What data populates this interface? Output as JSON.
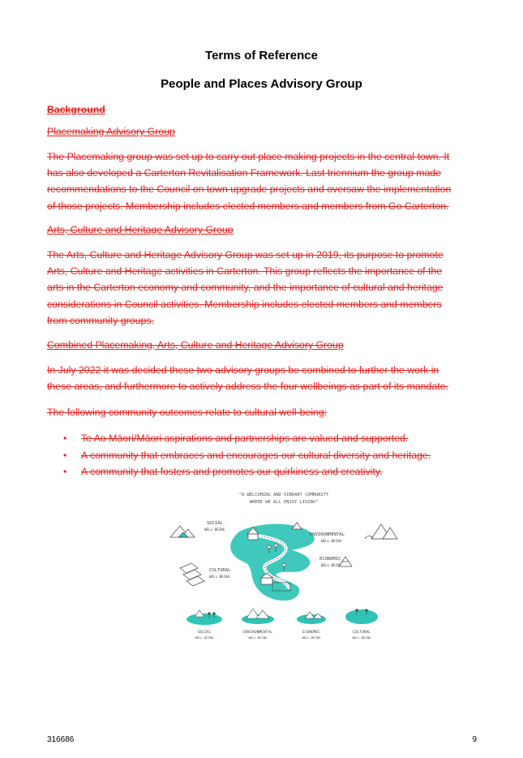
{
  "document": {
    "title": "Terms of Reference",
    "subtitle": "People and Places Advisory Group"
  },
  "sections": {
    "background_heading": "Background",
    "placemaking_heading": "Placemaking Advisory Group",
    "placemaking_lines": [
      "The Placemaking group was set up to carry out place making projects in the central town.  It",
      "has also developed a Carterton Revitalisation Framework.  Last triennium the group made",
      "recommendations to the Council on town upgrade projects and oversaw the implementation",
      "of those projects. Membership includes elected members and members from Go Carterton."
    ],
    "arts_heading": "Arts, Culture and Heritage Advisory Group",
    "arts_lines": [
      "The Arts, Culture and Heritage Advisory Group was set up in 2019, its purpose to promote",
      "Arts, Culture and Heritage activities in Carterton. This group reflects the importance of the",
      "arts in the Carterton economy and community, and the importance of cultural and heritage",
      "considerations in Council activities.   Membership includes elected members and members",
      "from community groups."
    ],
    "combined_heading": "Combined Placemaking, Arts, Culture and Heritage Advisory Group",
    "combined_lines": [
      "In July 2022 it was decided these two advisory groups be combined to further the work in",
      "these areas, and furthermore to actively address the four wellbeings as part of its mandate."
    ],
    "outcomes_intro": "The following community outcomes relate to cultural well-being:",
    "bullets": [
      "Te Ao Māori/Māori aspirations and partnerships are valued and supported.",
      "A community that embraces and encourages our cultural diversity and heritage.",
      "A community that fosters and promotes our quirkiness and creativity."
    ],
    "bullet_symbol": "•"
  },
  "illustration": {
    "caption_line1": "“A WELCOMING AND VIBRANT COMMUNITY",
    "caption_line2": "WHERE WE ALL ENJOY LIVING”",
    "labels": {
      "social": [
        "SOCIAL",
        "WELL-BEING"
      ],
      "environmental": [
        "ENVIRONMENTAL",
        "WELL-BEING"
      ],
      "economic": [
        "ECONOMIC",
        "WELL-BEING"
      ],
      "cultural": [
        "CULTURAL",
        "WELL-BEING"
      ]
    },
    "bottom_labels": [
      [
        "SOCIAL",
        "WELL-BEING"
      ],
      [
        "ENVIRONMENTAL",
        "WELL-BEING"
      ],
      [
        "ECONOMIC",
        "WELL-BEING"
      ],
      [
        "CULTURAL",
        "WELL-BEING"
      ]
    ],
    "colors": {
      "teal": "#2ec4b6",
      "ink": "#444444"
    }
  },
  "footer": {
    "doc_number": "316686",
    "page_number": "9"
  },
  "colors": {
    "strike_red": "#e8201e"
  }
}
